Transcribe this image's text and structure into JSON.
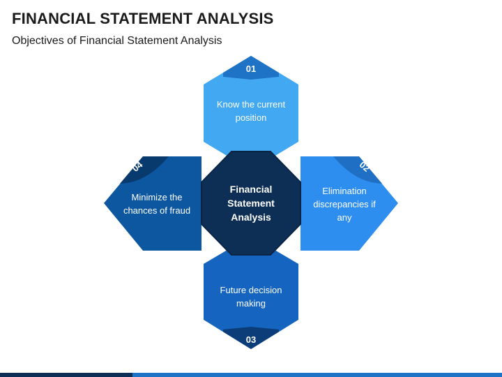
{
  "title": "FINANCIAL STATEMENT ANALYSIS",
  "subtitle": "Objectives of Financial Statement Analysis",
  "center": {
    "label": "Financial Statement Analysis"
  },
  "nodes": [
    {
      "number": "01",
      "label": "Know the current position"
    },
    {
      "number": "02",
      "label": "Elimination discrepancies if any"
    },
    {
      "number": "03",
      "label": "Future decision making"
    },
    {
      "number": "04",
      "label": "Minimize the chances of fraud"
    }
  ],
  "colors": {
    "center": "#0d2f55",
    "node_01": "#42a8f2",
    "node_02": "#2e8ef0",
    "node_03": "#1565c0",
    "node_04": "#0d57a0",
    "badge_01": "#1f73c6",
    "badge_02": "#1f6fc4",
    "badge_03": "#0c3d78",
    "badge_04": "#083a6e",
    "bar_dark": "#0d2f55",
    "bar_blue": "#1f73c6"
  }
}
